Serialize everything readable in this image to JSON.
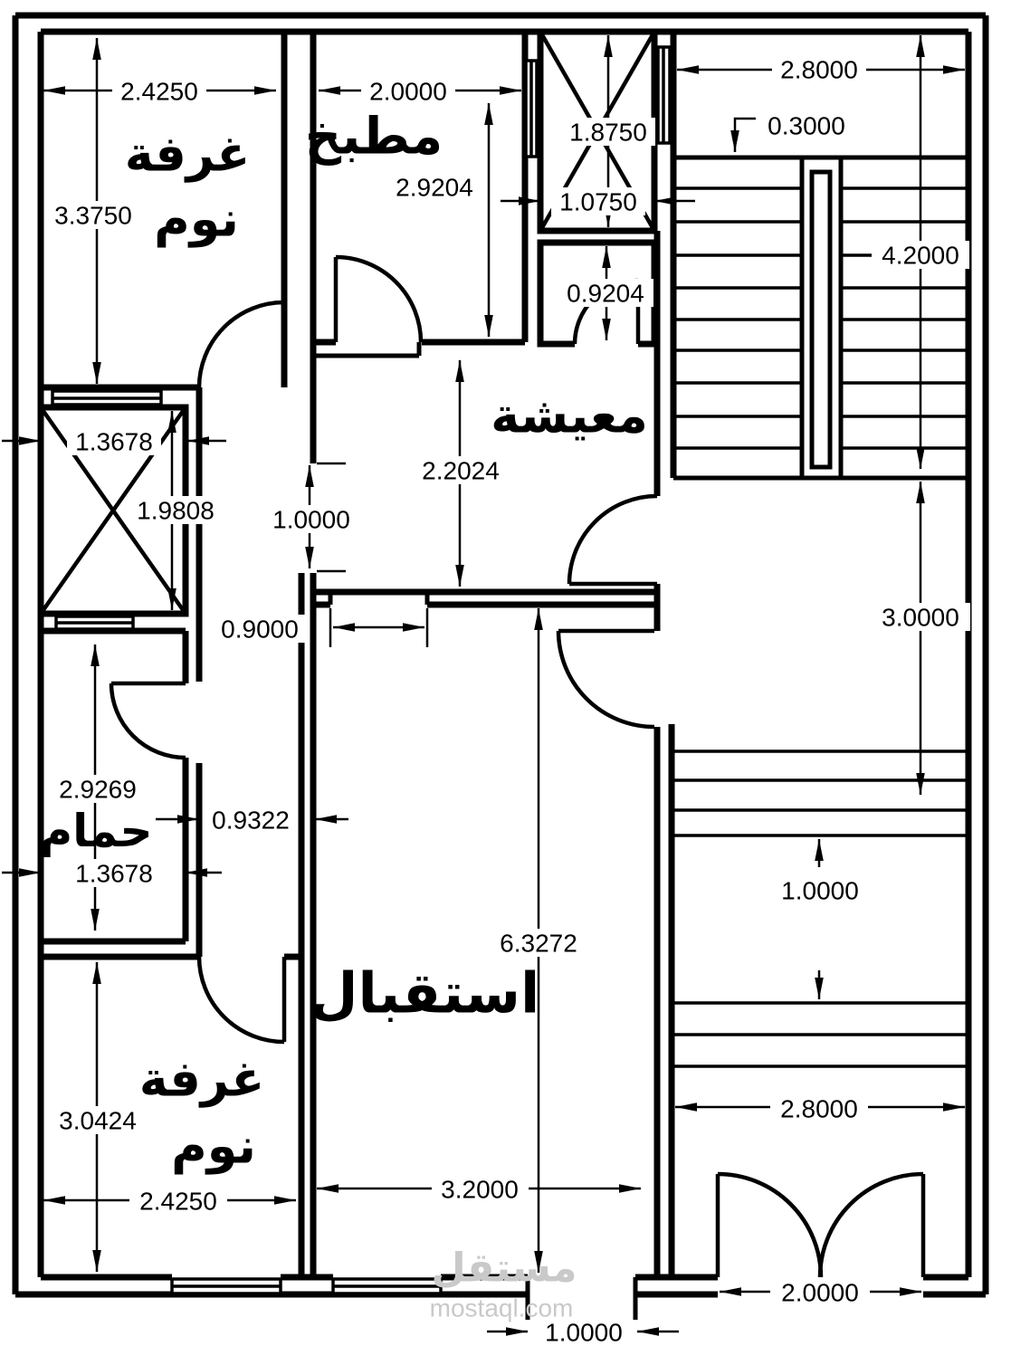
{
  "rooms": {
    "bedroom_top": {
      "line1": "غرفة",
      "line2": "نوم"
    },
    "kitchen": {
      "label": "مطبخ"
    },
    "living": {
      "label": "معيشة"
    },
    "bathroom": {
      "label": "حمام"
    },
    "reception": {
      "label": "استقبال"
    },
    "bedroom_bottom": {
      "line1": "غرفة",
      "line2": "نوم"
    }
  },
  "dims": {
    "bedroom_top_width": "2.4250",
    "bedroom_top_height": "3.3750",
    "kitchen_width": "2.0000",
    "kitchen_height": "2.9204",
    "shaft_top_height": "1.8750",
    "shaft_top_width": "1.0750",
    "stair_width_top": "2.8000",
    "stair_tread_depth": "0.3000",
    "stair_run_length": "4.2000",
    "lobby_height": "0.9204",
    "living_height": "2.2024",
    "hall_door_width": "1.0000",
    "reception_entry_width": "0.9000",
    "shaft_left_width": "1.3678",
    "shaft_left_height": "1.9808",
    "bathroom_height": "2.9269",
    "hall_width": "0.9322",
    "bathroom_width": "1.3678",
    "bedroom_bottom_height": "3.0424",
    "bedroom_bottom_width": "2.4250",
    "reception_height": "6.3272",
    "reception_width": "3.2000",
    "hall_right_height": "3.0000",
    "steps_gap": "1.0000",
    "hall_right_width": "2.8000",
    "entrance_door_width": "2.0000",
    "bottom_door_width": "1.0000"
  },
  "watermark": {
    "brand": "مستقل",
    "url": "mostaql.com"
  },
  "colors": {
    "line": "#000000",
    "background": "#ffffff",
    "watermark": "#c9c9c9"
  }
}
